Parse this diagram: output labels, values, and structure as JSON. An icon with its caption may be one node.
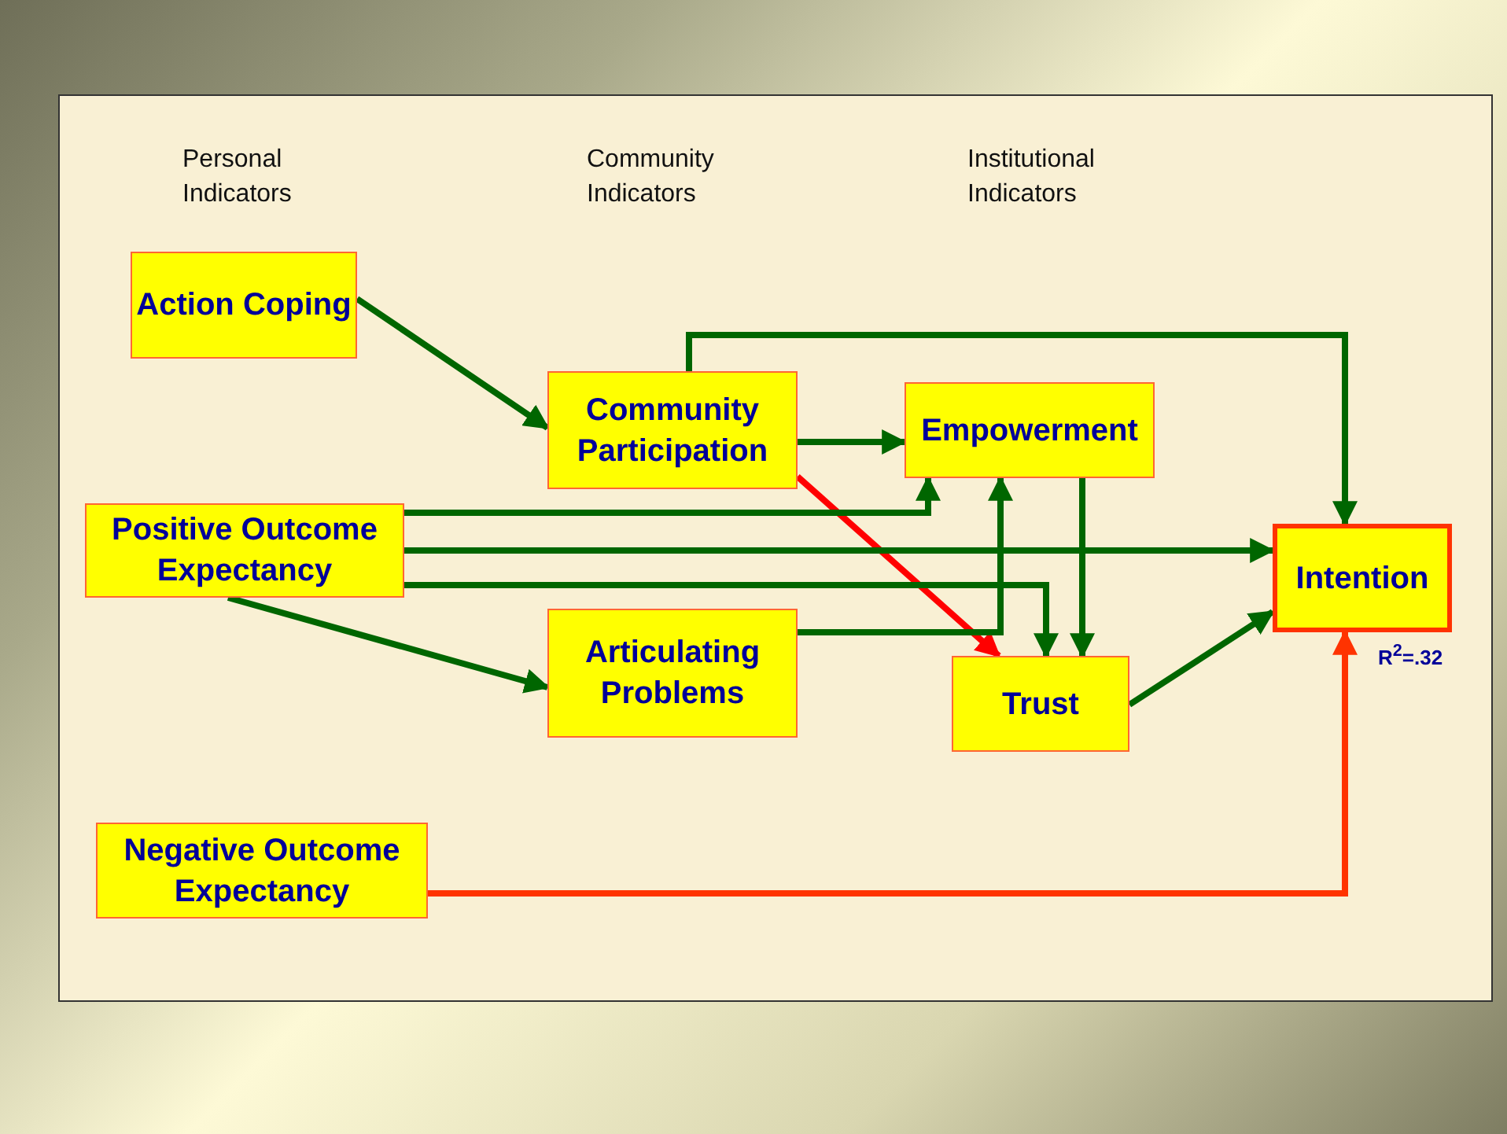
{
  "diagram": {
    "nodes": [
      {
        "text": [
          "Action Coping"
        ]
      },
      {
        "text": [
          "Community Participation"
        ]
      },
      {
        "text": [
          "Empowerment"
        ]
      },
      {
        "text": [
          "Positive Outcome Expectancy"
        ]
      },
      {
        "text": [
          "Articulating Problems"
        ]
      },
      {
        "text": [
          "Trust"
        ]
      },
      {
        "text": [
          "Intention"
        ],
        "beside": [
          "R$^{2}$=.32"
        ]
      },
      {
        "text": [
          "Negative Outcome Expectancy"
        ]
      }
    ],
    "edges": [
      {
        "from": 0,
        "to": 1,
        "arrow": "to"
      },
      {
        "from": 1,
        "to": 2,
        "arrow": "to"
      },
      {
        "from": 1,
        "to": 6,
        "arrow": "to"
      },
      {
        "from": 1,
        "to": 5,
        "arrow": "to",
        "color": "#ff0000"
      },
      {
        "from": 3,
        "to": 2,
        "arrow": "to"
      },
      {
        "from": 3,
        "to": 6,
        "arrow": "to"
      },
      {
        "from": 3,
        "to": 5,
        "arrow": "to"
      },
      {
        "from": 3,
        "to": 4,
        "arrow": "to"
      },
      {
        "from": 4,
        "to": 2,
        "arrow": "to"
      },
      {
        "from": 2,
        "to": 5,
        "arrow": "to"
      },
      {
        "from": 5,
        "to": 6,
        "arrow": "to"
      },
      {
        "from": 7,
        "to": 6,
        "arrow": "to",
        "color": "#ff3300"
      }
    ],
    "labels": [
      "Personal Indicators",
      "Community Indicators",
      "Institutional Indicators"
    ]
  }
}
